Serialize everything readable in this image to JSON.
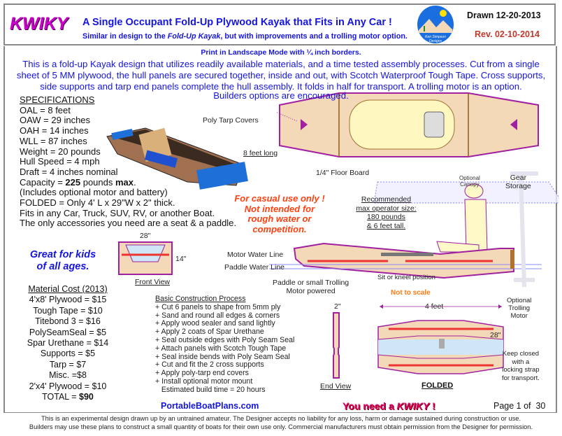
{
  "header": {
    "logo_text": "KWIKY",
    "title": "A Single Occupant Fold-Up Plywood Kayak that Fits in Any Car !",
    "subtitle_pre": "Similar in design to the ",
    "subtitle_em": "Fold-Up Kayak",
    "subtitle_post": ", but with improvements and a trolling motor option.",
    "badge_text": "Ken Simpson Designs",
    "drawn": "Drawn 12-20-2013",
    "rev": "Rev. 02-10-2014"
  },
  "print_note": "Print in Landscape Mode with ¼ inch borders.",
  "intro": [
    "This is a fold-up Kayak design that utilizes readily available materials, and a time tested assembly processes. Cut from a single",
    "sheet of 5 MM plywood, the hull panels are secured together, inside and out, with Scotch Waterproof Tough Tape.  Cross supports,",
    "side supports and tarp end panels complete the hull assembly.  It folds in half for transport.  A trolling motor is an option.",
    "Builders options are encouraged."
  ],
  "specs": {
    "heading": "SPECIFICATIONS",
    "lines": [
      "OAL = 8 feet",
      "OAW = 29 inches",
      "OAH = 14 inches",
      "WLL = 87 inches",
      "Weight = 20 pounds",
      "Hull Speed = 4 mph",
      "Draft = 4 inches nominal"
    ],
    "capacity_pre": "Capacity = ",
    "capacity_num": "225",
    "capacity_mid": " pounds ",
    "capacity_max": "max",
    "capacity_post": ".",
    "more": [
      "(Includes optional motor and battery)",
      "FOLDED = Only 4' L x 29\"W x 2\" thick.",
      "Fits in any Car, Truck, SUV, RV, or another Boat.",
      "The only accessories you need are a seat & a paddle."
    ]
  },
  "diagram_labels": {
    "poly_tarp": "Poly Tarp Covers",
    "eight_feet": "8 feet long",
    "floor_board": "1/4\" Floor Board",
    "canopy": [
      "Optional",
      "Canopy"
    ],
    "gear": [
      "Gear",
      "Storage"
    ],
    "recommended": [
      "Recommended",
      "max operator size:",
      "180 pounds",
      "& 6 feet tall."
    ],
    "motor_wl": "Motor Water Line",
    "paddle_wl": "Paddle Water Line",
    "sit": "Sit or kneel position",
    "powered": [
      "Paddle or small Trolling",
      "Motor powered"
    ],
    "not_to_scale": "Not to scale",
    "trolling": [
      "Optional",
      "Trolling",
      "Motor"
    ],
    "front_w": "28\"",
    "front_h": "14\"",
    "front_view": "Front View",
    "end_w": "2\"",
    "end_view": "End View",
    "fold_w": "4 feet",
    "fold_h": "28\"",
    "keep_closed": [
      "Keep closed",
      "with a",
      "locking strap",
      "for transport."
    ],
    "folded": "FOLDED"
  },
  "warning": [
    "For casual use only !",
    "Not intended for",
    "rough water or",
    "competition."
  ],
  "kids": [
    "Great for kids",
    "of all ages."
  ],
  "materials": {
    "heading": "Material Cost (2013)",
    "lines": [
      "4'x8' Plywood = $15",
      "Tough Tape = $10",
      "Titebond 3 = $16",
      "PolySeamSeal = $5",
      "Spar Urethane = $14",
      "Supports = $5",
      "Tarp = $7",
      "Misc. =$8",
      "2'x4' Plywood = $10"
    ],
    "total_label": "TOTAL = ",
    "total": "$90"
  },
  "construction": {
    "heading": "Basic Construction Process",
    "steps": [
      "+ Cut 6 panels to shape from 5mm ply",
      "+ Sand and round all edges & corners",
      "+ Apply wood sealer and sand lightly",
      "+ Apply 2 coats of Spar Urethane",
      "+ Seal outside edges with Poly Seam Seal",
      "+ Attach panels with Scotch Tough Tape",
      "+ Seal inside bends with Poly Seam Seal",
      "+ Cut and fit the 2 cross supports",
      "+ Apply poly-tarp end covers",
      "+ Install optional motor mount",
      "   Estimated build time = 20 hours"
    ]
  },
  "footer": {
    "website": "PortableBoatPlans.com",
    "need_pre": "You need a ",
    "need_em": "KWIKY",
    "need_post": " !",
    "page": "Page 1 of  30",
    "disclaimer": [
      "This is an experimental design drawn up by an untrained amateur. The Designer accepts no liability for any loss, harm or damage sustained during construction or use.",
      "Builders may use these plans to construct a small quantity of boats for their own use only.  Commercial manufacturers must obtain permission from the Designer for permission."
    ]
  },
  "colors": {
    "blue": "#1515e0",
    "magenta": "#cc00cc",
    "red": "#c0392b",
    "orange": "#ff4010"
  }
}
